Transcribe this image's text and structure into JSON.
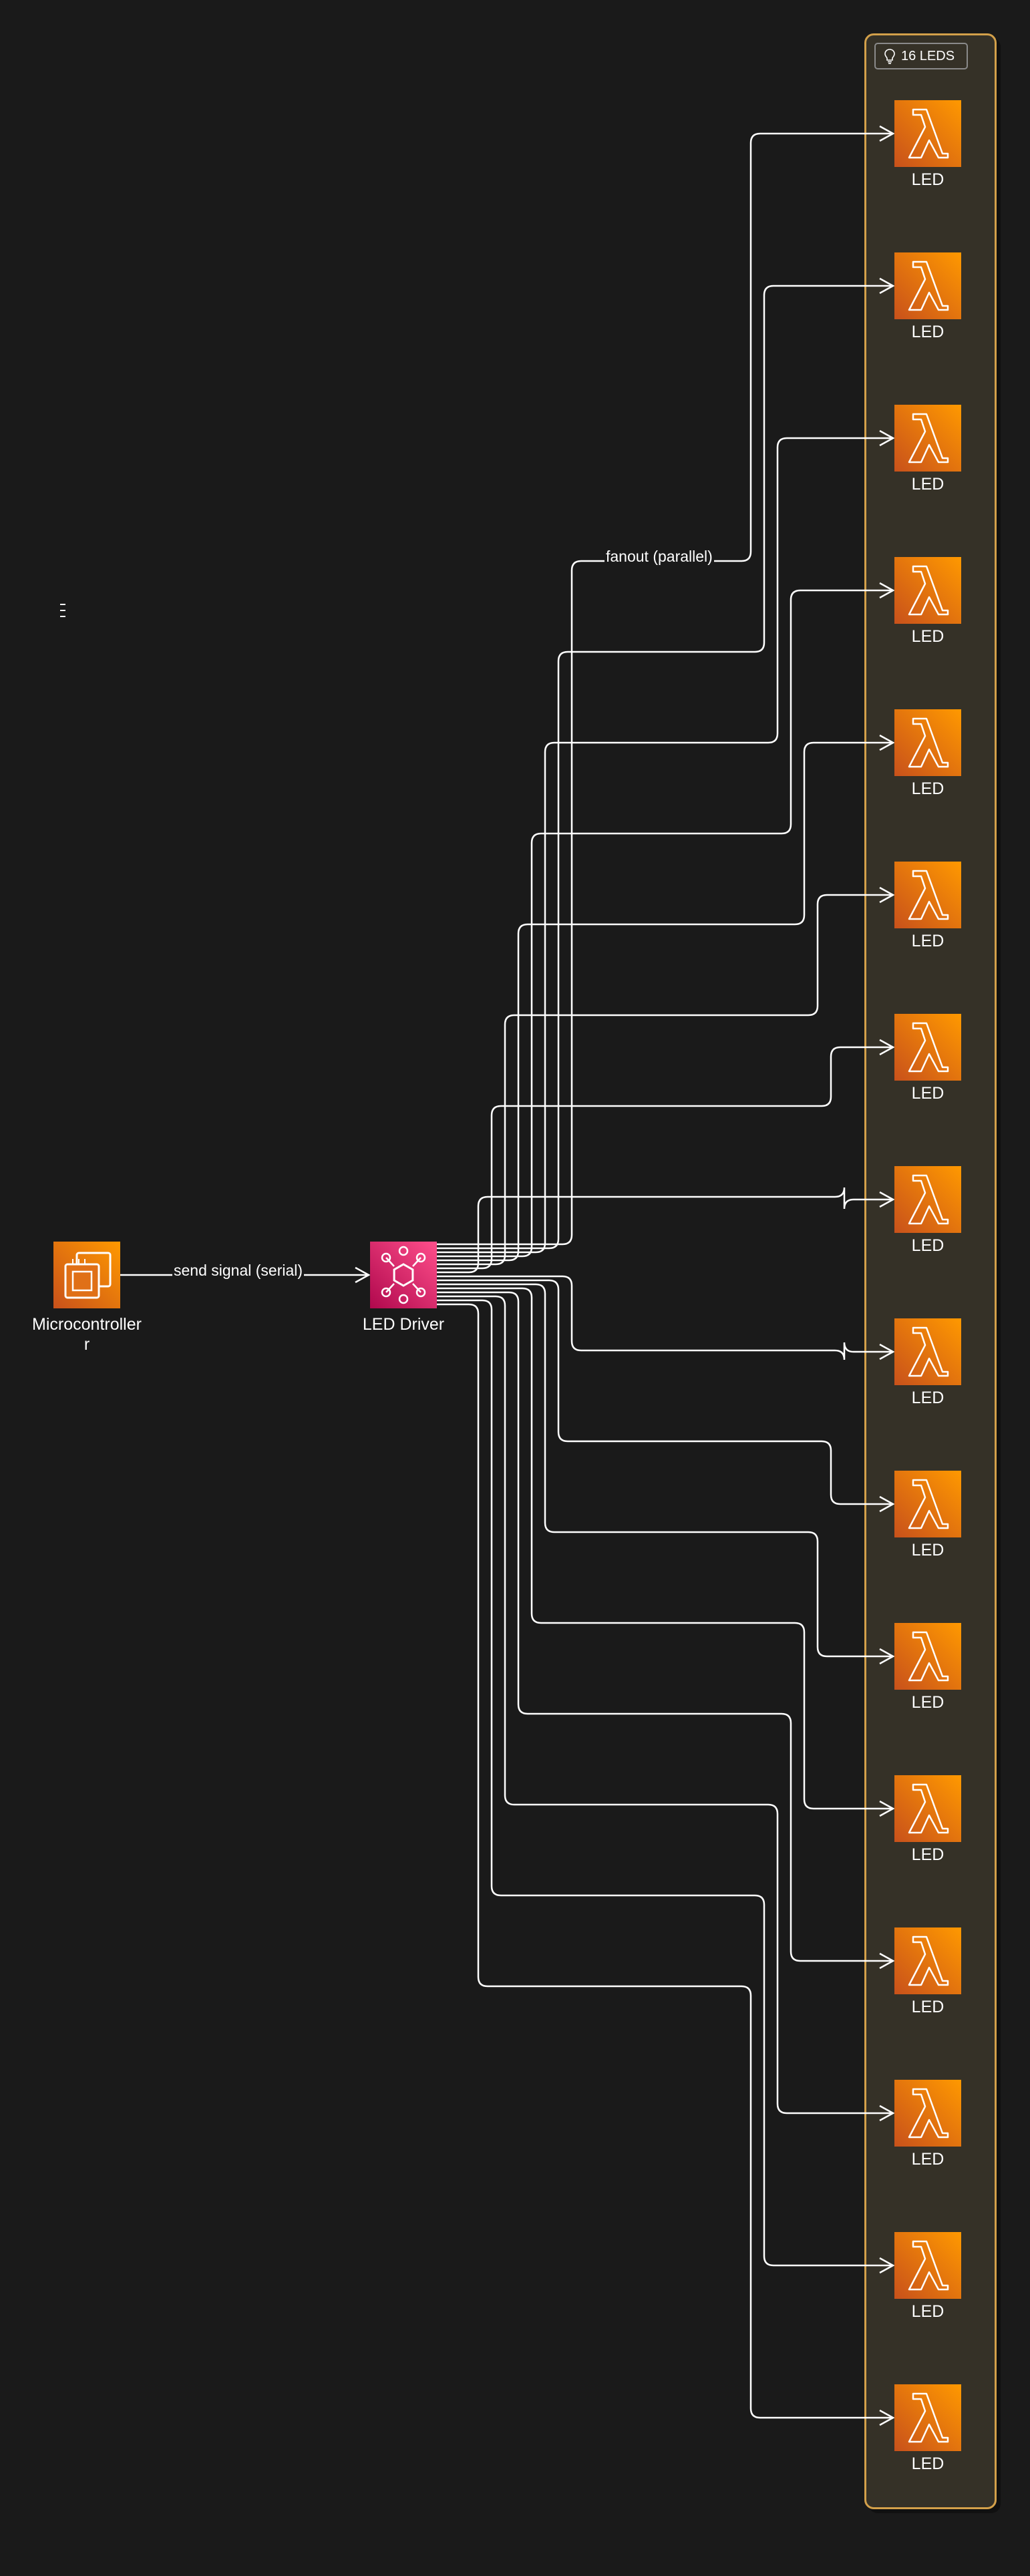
{
  "diagram": {
    "microcontroller": {
      "label": "Microcontroller",
      "wrap": "r",
      "icon": "ec2-chip-icon",
      "color": "#e8731a"
    },
    "driver": {
      "label": "LED Driver",
      "icon": "eventbridge-icon",
      "color": "#e7157b"
    },
    "serial_edge_label": "send signal (serial)",
    "fanout_edge_label": "fanout (parallel)",
    "group": {
      "title": "16 LEDS",
      "icon": "lightbulb-icon",
      "border_color": "#d3a04a"
    },
    "leds": [
      {
        "label": "LED"
      },
      {
        "label": "LED"
      },
      {
        "label": "LED"
      },
      {
        "label": "LED"
      },
      {
        "label": "LED"
      },
      {
        "label": "LED"
      },
      {
        "label": "LED"
      },
      {
        "label": "LED"
      },
      {
        "label": "LED"
      },
      {
        "label": "LED"
      },
      {
        "label": "LED"
      },
      {
        "label": "LED"
      },
      {
        "label": "LED"
      },
      {
        "label": "LED"
      },
      {
        "label": "LED"
      },
      {
        "label": "LED"
      }
    ],
    "led_icon": "lambda-icon",
    "led_color": "#ed7100"
  }
}
